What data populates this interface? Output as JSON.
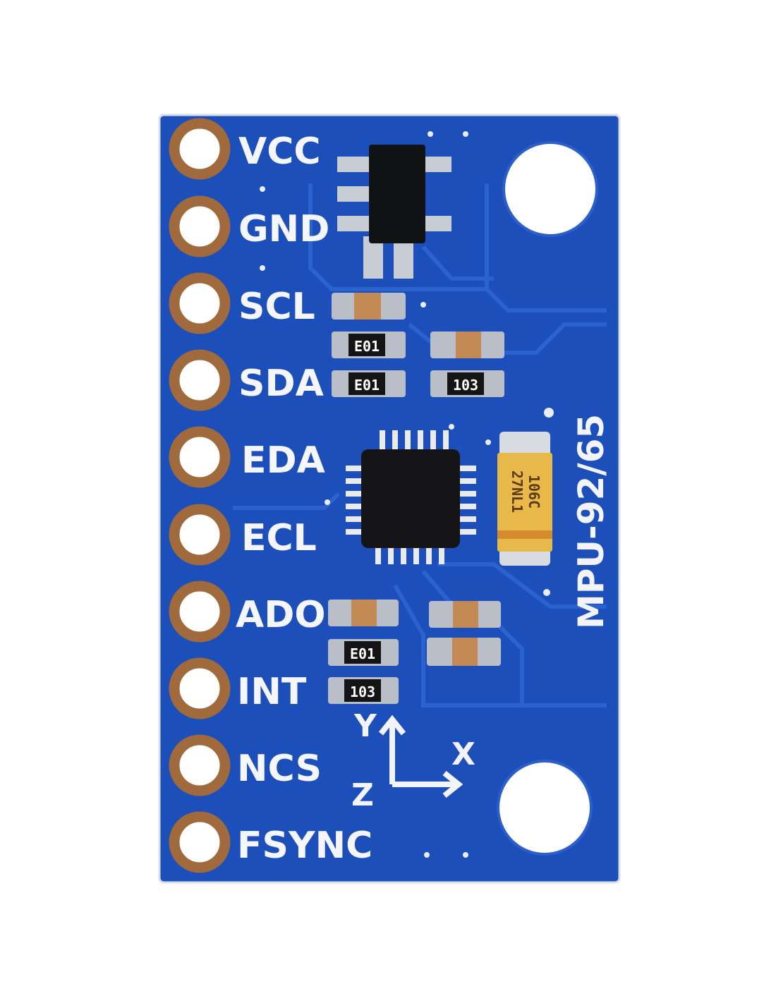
{
  "board": {
    "title": "MPU-92/65",
    "color": "#1c4fb9",
    "pins": [
      {
        "label": "VCC"
      },
      {
        "label": "GND"
      },
      {
        "label": "SCL"
      },
      {
        "label": "SDA"
      },
      {
        "label": "EDA"
      },
      {
        "label": "ECL"
      },
      {
        "label": "ADO"
      },
      {
        "label": "INT"
      },
      {
        "label": "NCS"
      },
      {
        "label": "FSYNC"
      }
    ],
    "resistor_codes": [
      "E01",
      "E01",
      "103",
      "E01",
      "103"
    ],
    "capacitor_marking": [
      "106C",
      "27NL1"
    ],
    "axes": {
      "x": "X",
      "y": "Y",
      "z": "Z"
    }
  }
}
